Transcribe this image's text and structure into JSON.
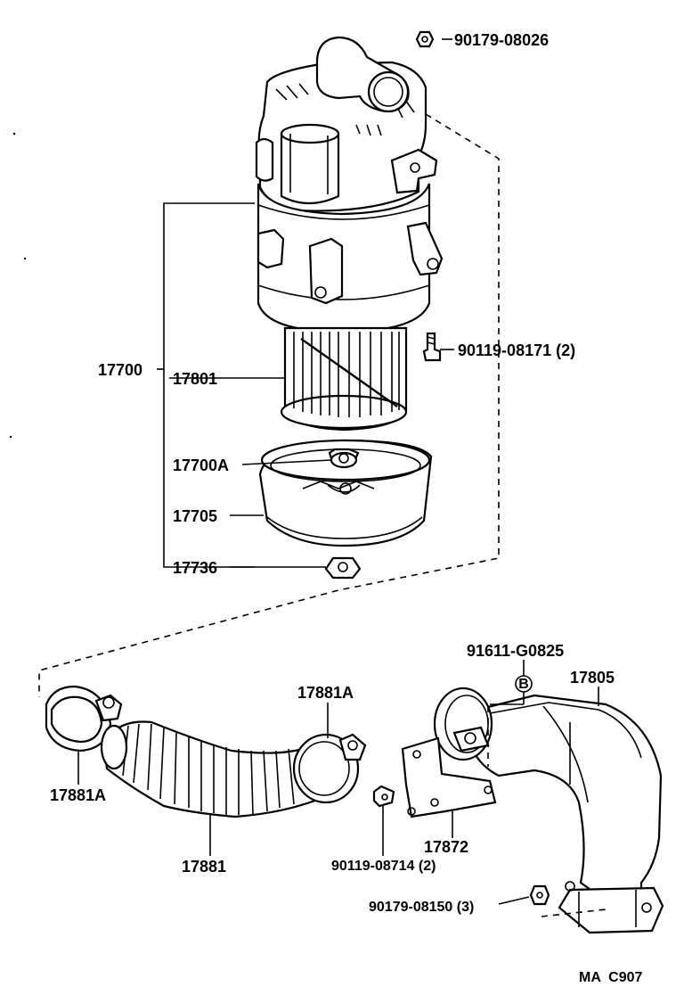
{
  "labels": {
    "p90179_08026": "90179-08026",
    "p90119_08171": "90119-08171 (2)",
    "p17700": "17700",
    "p17801": "17801",
    "p17700A": "17700A",
    "p17705": "17705",
    "p17736": "17736",
    "p91611_G0825": "91611-G0825",
    "circleB": "B",
    "p17805": "17805",
    "p17881A_top": "17881A",
    "p17881A_left": "17881A",
    "p17881": "17881",
    "p17872": "17872",
    "p90119_08714": "90119-08714 (2)",
    "p90179_08150": "90179-08150 (3)",
    "ref_code": "MA  C907"
  }
}
